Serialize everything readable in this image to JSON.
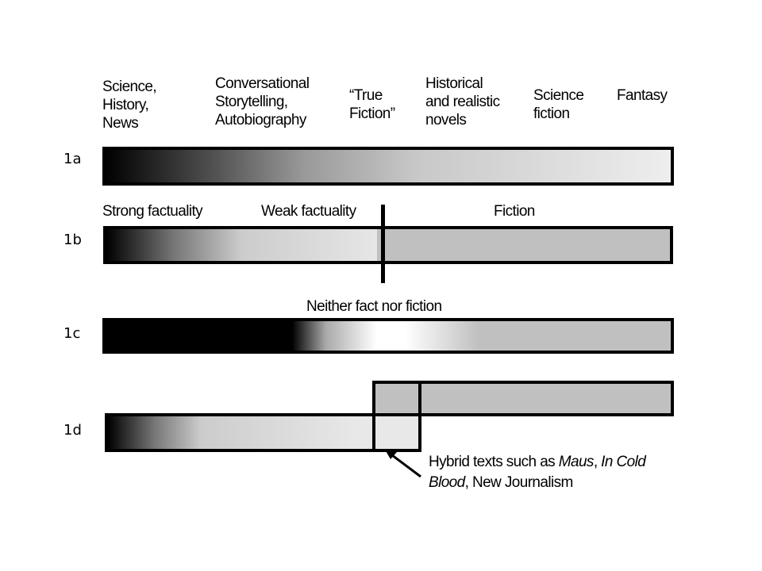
{
  "rows": {
    "a": "1a",
    "b": "1b",
    "c": "1c",
    "d": "1d"
  },
  "row1a_labels": [
    "Science,\nHistory,\nNews",
    "Conversational\nStorytelling,\nAutobiography",
    "“True\nFiction”",
    "Historical\nand realistic\nnovels",
    "Science\nfiction",
    "Fantasy"
  ],
  "row1b_labels": [
    "Strong factuality",
    "Weak factuality",
    "Fiction"
  ],
  "row1c_label": "Neither fact nor fiction",
  "row1d_annotation": {
    "part1": "Hybrid texts such as ",
    "maus": "Maus",
    "sep": ", ",
    "icb1": "In Cold",
    "icb2": "Blood",
    "rest": ", New Journalism"
  },
  "colors": {
    "gray": "#c0c0c0",
    "light": "#e8e8e8"
  }
}
